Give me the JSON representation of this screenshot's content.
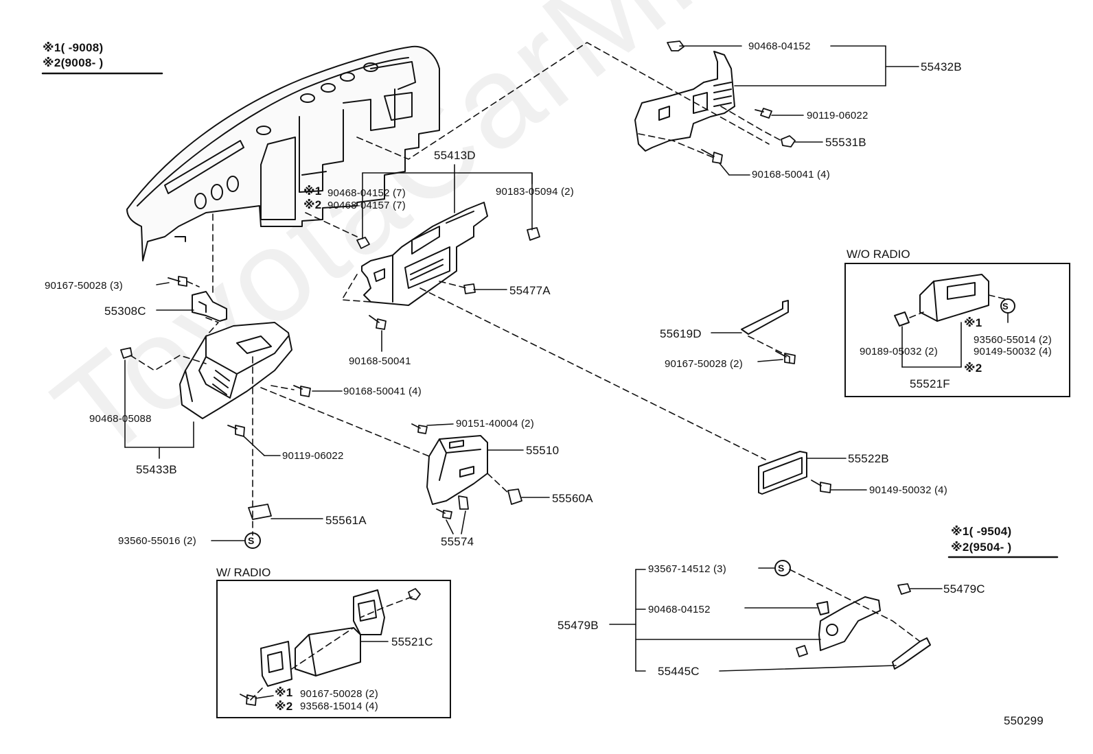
{
  "legend_top_left": {
    "l1_mark": "※1",
    "l1_text": "(       -9008)",
    "l2_mark": "※2",
    "l2_text": "(9008-        )"
  },
  "legend_bottom_right": {
    "l1_mark": "※1",
    "l1_text": "(       -9504)",
    "l2_mark": "※2",
    "l2_text": "(9504-        )"
  },
  "watermark": "ToyotaCarMine.ru",
  "diagram_id": "550299",
  "boxes": {
    "wo_radio": "W/O RADIO",
    "w_radio": "W/ RADIO"
  },
  "labels": {
    "p90468_04152_top": "90468-04152",
    "p55432B": "55432B",
    "p90119_06022_top": "90119-06022",
    "p55531B": "55531B",
    "p90168_50041_4_top": "90168-50041 (4)",
    "p55413D": "55413D",
    "m1": "※1",
    "m2": "※2",
    "p90468_04152_7": "90468-04152 (7)",
    "p90468_04157_7": "90468-04157 (7)",
    "p90183_05094_2": "90183-05094 (2)",
    "p90167_50028_3": "90167-50028 (3)",
    "p55308C": "55308C",
    "p55477A": "55477A",
    "p90168_50041_mid": "90168-50041",
    "p55619D": "55619D",
    "p90167_50028_2_mid": "90167-50028 (2)",
    "p90189_05032_2": "90189-05032 (2)",
    "p93560_55014_2": "93560-55014 (2)",
    "p90149_50032_4_box": "90149-50032 (4)",
    "p55521F": "55521F",
    "p90168_50041_4_left": "90168-50041 (4)",
    "p90468_05088": "90468-05088",
    "p55433B": "55433B",
    "p90119_06022_left": "90119-06022",
    "p90151_40004_2": "90151-40004 (2)",
    "p55510": "55510",
    "p55522B": "55522B",
    "p90149_50032_4": "90149-50032 (4)",
    "p55560A": "55560A",
    "p55574": "55574",
    "p55561A": "55561A",
    "p93560_55016_2": "93560-55016 (2)",
    "p93567_14512_3": "93567-14512 (3)",
    "p55479C": "55479C",
    "p90468_04152_low": "90468-04152",
    "p55479B": "55479B",
    "p55445C": "55445C",
    "p55521C": "55521C",
    "p90167_50028_2_low": "90167-50028 (2)",
    "p93568_15014_4": "93568-15014 (4)",
    "s_symbol": "S"
  }
}
